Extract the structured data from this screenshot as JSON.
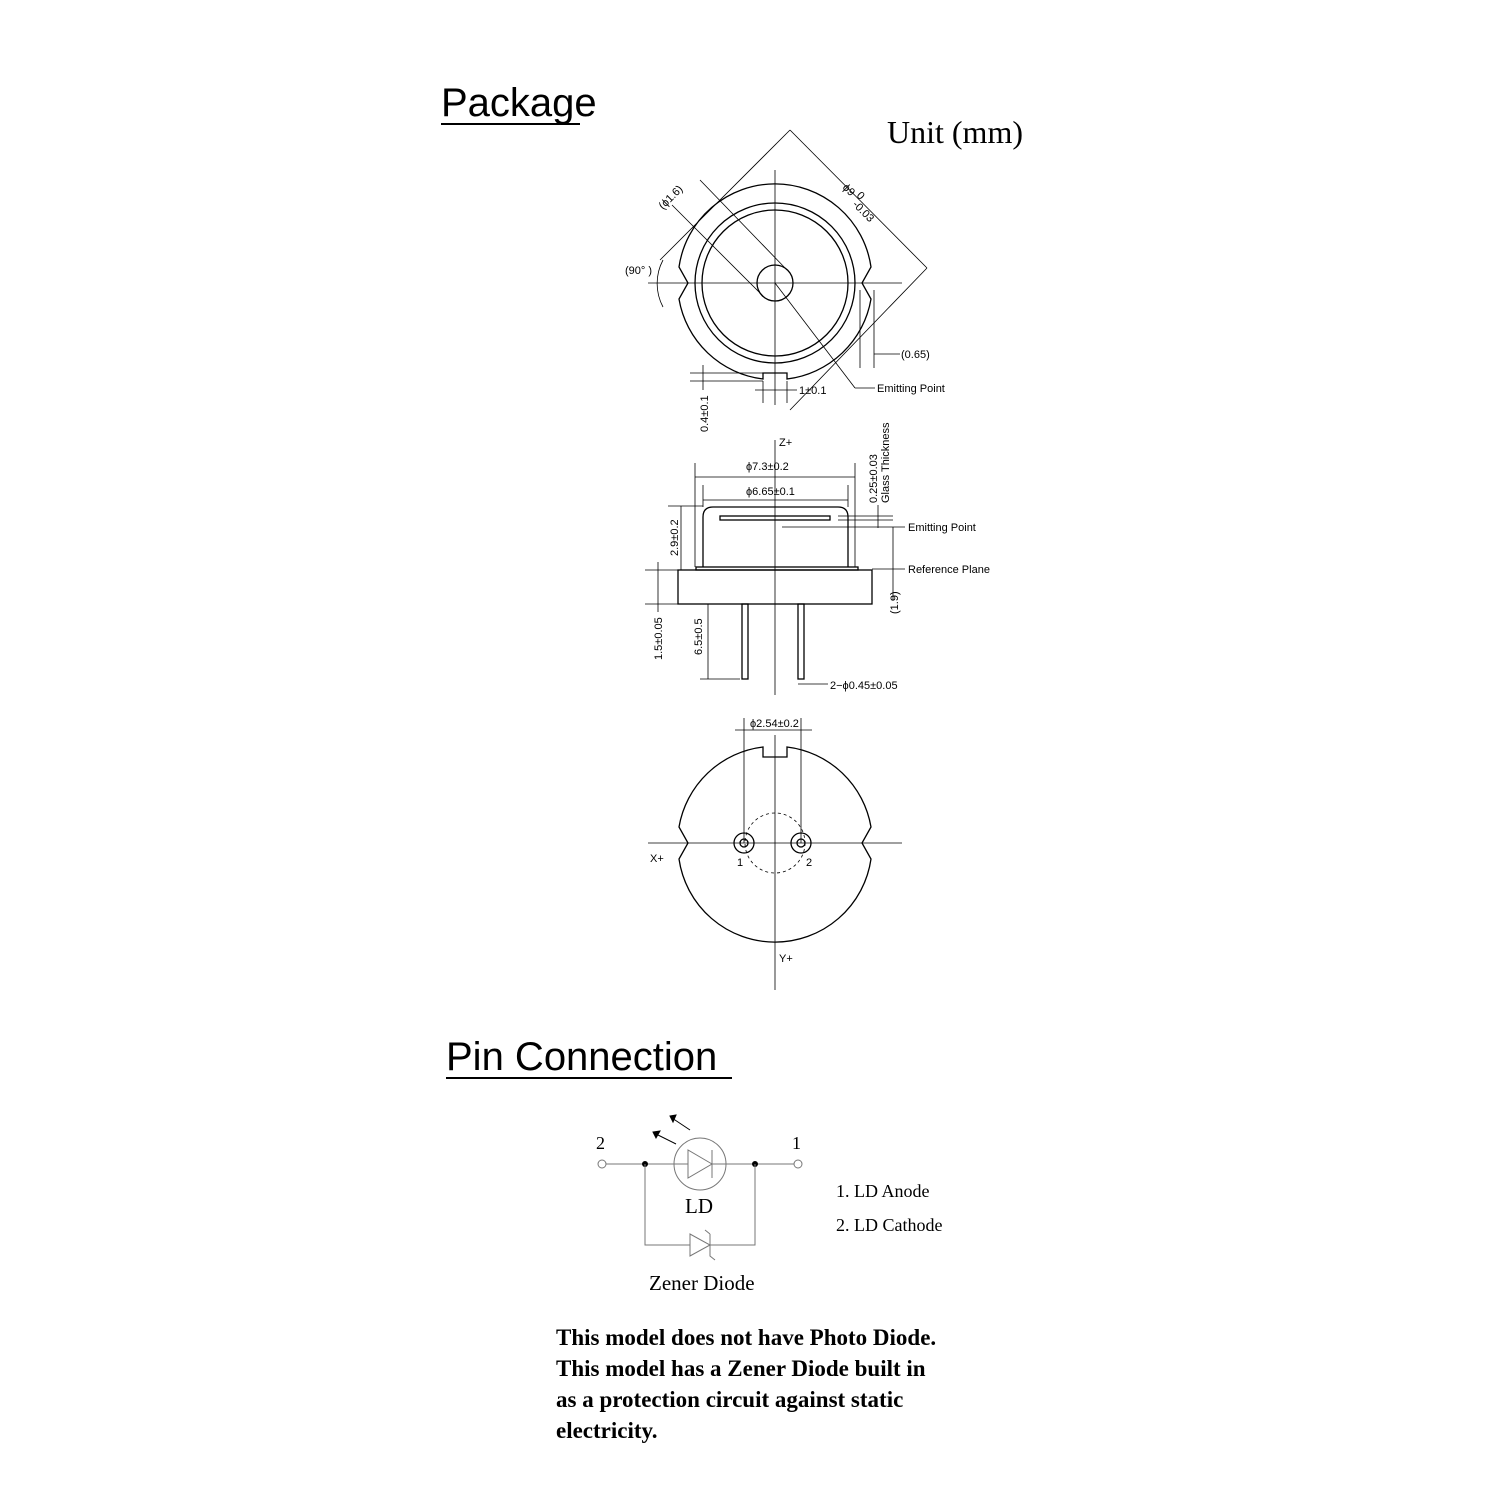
{
  "package": {
    "title": "Package",
    "unit": "Unit (mm)"
  },
  "top_view": {
    "phi_small": "(ϕ1.6)",
    "phi_outer": "ϕ9",
    "phi_outer_tol_plus": "0",
    "phi_outer_tol_minus": "-0.03",
    "angle": "(90°  )",
    "notch": "(0.65)",
    "tab_width": "1±0.1",
    "tab_height": "0.4±0.1",
    "emitting": "Emitting Point"
  },
  "side_view": {
    "z_axis": "Z+",
    "phi_cap": "ϕ7.3±0.2",
    "phi_window": "ϕ6.65±0.1",
    "glass": "0.25±0.03",
    "glass_label": "Glass Thickness",
    "height": "2.9±0.2",
    "emitting": "Emitting Point",
    "reference": "Reference Plane",
    "ref_height": "(1.9)",
    "base": "1.5±0.05",
    "pin_length": "6.5±0.5",
    "pin_dia": "2−ϕ0.45±0.05"
  },
  "bottom_view": {
    "pitch": "ϕ2.54±0.2",
    "x_axis": "X+",
    "y_axis": "Y+",
    "pin1": "1",
    "pin2": "2"
  },
  "pin_connection": {
    "title": "Pin Connection",
    "pin2": "2",
    "pin1": "1",
    "ld": "LD",
    "zener": "Zener Diode",
    "legend": [
      "1. LD Anode",
      "2. LD Cathode"
    ]
  },
  "notes": [
    "This model does not have Photo Diode.",
    "This model has a Zener Diode built in",
    "as a protection circuit against static",
    "electricity."
  ]
}
